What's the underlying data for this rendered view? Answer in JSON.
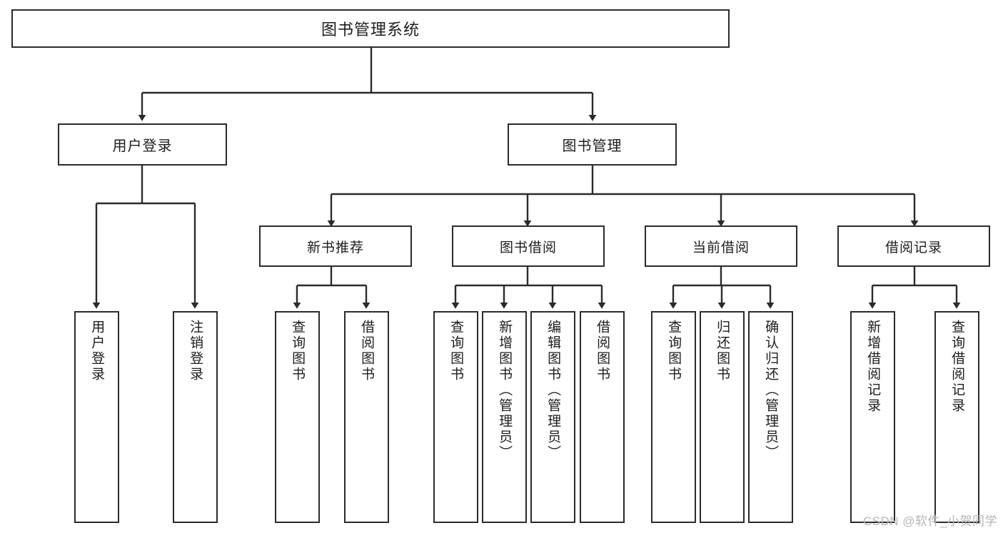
{
  "diagram": {
    "title": "图书管理系统",
    "watermark": "CSDN @软件_小贺同学",
    "stroke_color": "#2b2b2b",
    "fill_color": "#ffffff",
    "text_color": "#1d1d1d",
    "watermark_color": "#b6b6b6",
    "type": "tree-hierarchy-diagram"
  },
  "nodes": {
    "root": {
      "label": "图书管理系统",
      "level": 1
    },
    "level2": [
      {
        "id": "user-login",
        "label": "用户登录"
      },
      {
        "id": "book-management",
        "label": "图书管理"
      }
    ],
    "level3": [
      {
        "id": "new-book-recommend",
        "label": "新书推荐",
        "parent": "book-management"
      },
      {
        "id": "book-borrow",
        "label": "图书借阅",
        "parent": "book-management"
      },
      {
        "id": "current-borrow",
        "label": "当前借阅",
        "parent": "book-management"
      },
      {
        "id": "borrow-record",
        "label": "借阅记录",
        "parent": "book-management"
      }
    ],
    "leaves": [
      {
        "id": "leaf-user-login",
        "label": "用户登录",
        "parent": "user-login"
      },
      {
        "id": "leaf-logout-login",
        "label": "注销登录",
        "parent": "user-login"
      },
      {
        "id": "leaf-query-book-1",
        "label": "查询图书",
        "parent": "new-book-recommend"
      },
      {
        "id": "leaf-borrow-book-1",
        "label": "借阅图书",
        "parent": "new-book-recommend"
      },
      {
        "id": "leaf-query-book-2",
        "label": "查询图书",
        "parent": "book-borrow"
      },
      {
        "id": "leaf-add-book",
        "label": "新增图书（管理员）",
        "parent": "book-borrow"
      },
      {
        "id": "leaf-edit-book",
        "label": "编辑图书（管理员）",
        "parent": "book-borrow"
      },
      {
        "id": "leaf-borrow-book-2",
        "label": "借阅图书",
        "parent": "book-borrow"
      },
      {
        "id": "leaf-query-book-3",
        "label": "查询图书",
        "parent": "current-borrow"
      },
      {
        "id": "leaf-return-book",
        "label": "归还图书",
        "parent": "current-borrow"
      },
      {
        "id": "leaf-confirm-return",
        "label": "确认归还（管理员）",
        "parent": "current-borrow"
      },
      {
        "id": "leaf-add-record",
        "label": "新增借阅记录",
        "parent": "borrow-record"
      },
      {
        "id": "leaf-query-record",
        "label": "查询借阅记录",
        "parent": "borrow-record"
      }
    ]
  }
}
